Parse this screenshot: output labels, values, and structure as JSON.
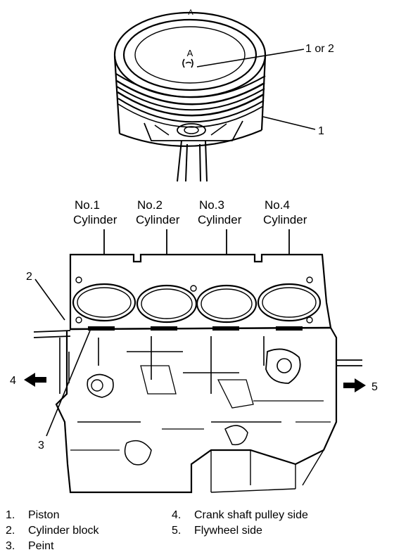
{
  "diagram": {
    "piston_marks": {
      "top": "A",
      "center": "A"
    },
    "callouts": {
      "piston_mark": "1 or 2",
      "piston": "1",
      "cylinder_block": "2",
      "paint": "3",
      "pulley_side": "4",
      "flywheel_side": "5"
    },
    "cylinders": [
      {
        "line1": "No.1",
        "line2": "Cylinder"
      },
      {
        "line1": "No.2",
        "line2": "Cylinder"
      },
      {
        "line1": "No.3",
        "line2": "Cylinder"
      },
      {
        "line1": "No.4",
        "line2": "Cylinder"
      }
    ]
  },
  "legend": {
    "left": [
      {
        "num": "1.",
        "text": "Piston"
      },
      {
        "num": "2.",
        "text": "Cylinder block"
      },
      {
        "num": "3.",
        "text": "Peint"
      }
    ],
    "right": [
      {
        "num": "4.",
        "text": "Crank shaft pulley side"
      },
      {
        "num": "5.",
        "text": "Flywheel side"
      }
    ]
  }
}
